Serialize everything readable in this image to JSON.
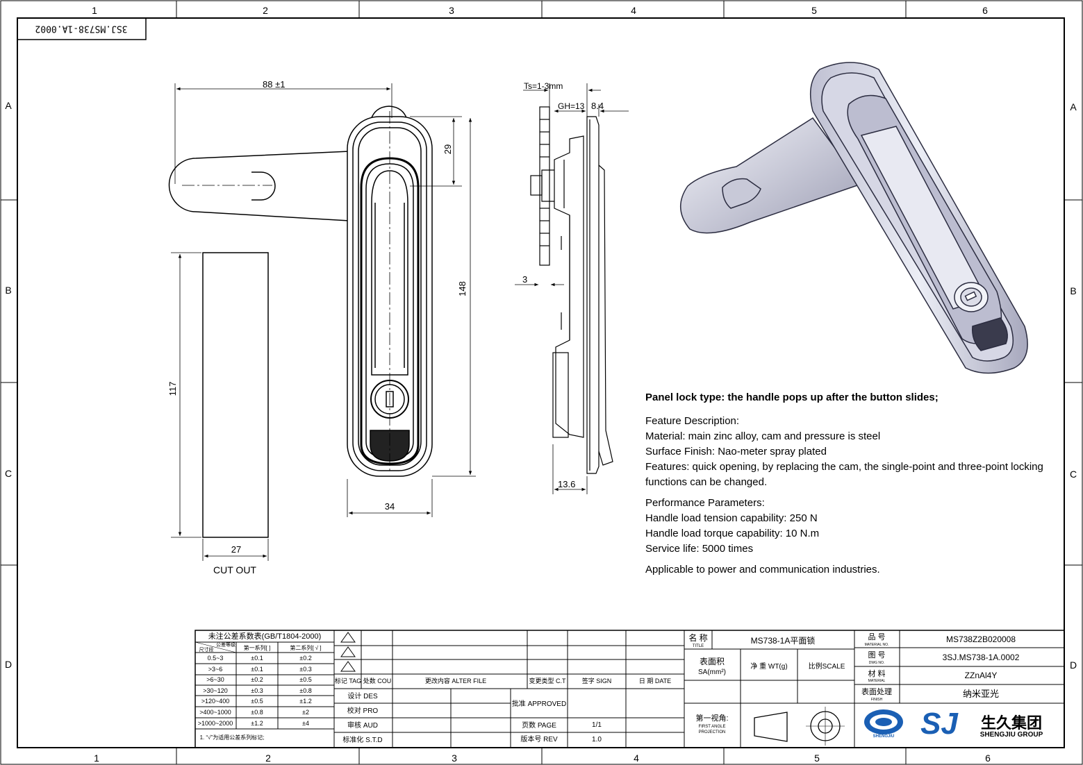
{
  "frame": {
    "col_labels": [
      "1",
      "2",
      "3",
      "4",
      "5",
      "6"
    ],
    "row_labels": [
      "A",
      "B",
      "C",
      "D"
    ],
    "stamp": "3SJ.MS738-1A.0002"
  },
  "dims": {
    "width_88": "88 ±1",
    "d29": "29",
    "d148": "148",
    "d34": "34",
    "d117": "117",
    "d27": "27",
    "cutout": "CUT OUT",
    "ts": "Ts=1-3mm",
    "gh": "GH=13",
    "d84": "8.4",
    "d3": "3",
    "d136": "13.6"
  },
  "notes": {
    "heading": "Panel lock type: the handle pops up after the button slides;",
    "lines1": [
      "Feature Description:",
      "Material: main zinc alloy, cam and pressure is steel",
      "Surface Finish: Nao-meter spray plated",
      "Features: quick opening, by replacing the cam, the single-point and three-point locking functions can be changed."
    ],
    "lines2": [
      "Performance Parameters:",
      "Handle load tension capability:  250 N",
      "Handle load torque capability:  10 N.m",
      "Service life: 5000 times"
    ],
    "applicable": "Applicable to power and communication industries."
  },
  "tolerance": {
    "title": "未注公差系数表(GB/T1804-2000)",
    "corner_top": "公差等级",
    "corner_bottom": "尺寸段",
    "col1": "第一系列[  ]",
    "col2": "第二系列[ √ ]",
    "rows": [
      [
        "0.5~3",
        "±0.1",
        "±0.2"
      ],
      [
        ">3~6",
        "±0.1",
        "±0.3"
      ],
      [
        ">6~30",
        "±0.2",
        "±0.5"
      ],
      [
        ">30~120",
        "±0.3",
        "±0.8"
      ],
      [
        ">120~400",
        "±0.5",
        "±1.2"
      ],
      [
        ">400~1000",
        "±0.8",
        "±2"
      ],
      [
        ">1000~2000",
        "±1.2",
        "±4"
      ]
    ],
    "note": "1. “√”为适用公差系列标记;"
  },
  "revision": {
    "headers": [
      "标记 TAG",
      "处数 COU",
      "更改内容 ALTER FILE",
      "变更类型 C.T",
      "签字 SIGN",
      "日 期 DATE"
    ],
    "design": "设计 DES",
    "proof": "校对 PRO",
    "audit": "审核 AUD",
    "std": "标准化 S.T.D",
    "approved": "批准 APPROVED",
    "page_label": "页数 PAGE",
    "page_value": "1/1",
    "rev_label": "版本号 REV",
    "rev_value": "1.0"
  },
  "titleblock": {
    "title_label": "名 称",
    "title_label_en": "TITLE",
    "title_value": "MS738-1A平面锁",
    "area_label": "表面积",
    "area_unit": "SA(mm²)",
    "weight_label": "净 重 WT(g)",
    "scale_label": "比例SCALE",
    "projection_label": "第一视角:",
    "projection_en1": "FIRST ANGLE",
    "projection_en2": "PROJECTION",
    "material_no_label": "品 号",
    "material_no_en": "MATERIAL NO.",
    "material_no": "MS738Z2B020008",
    "dwg_label": "图 号",
    "dwg_en": "DWG NO.",
    "dwg_no": "3SJ.MS738-1A.0002",
    "material_label": "材 料",
    "material_en": "MATERIAL",
    "material": "ZZnAl4Y",
    "finish_label": "表面处理",
    "finish_en": "FINISH",
    "finish": "纳米亚光",
    "logo_sj": "SJ",
    "logo_cn": "生久集团",
    "logo_en": "SHENGJIU GROUP",
    "logo_small": "SHENGJIU"
  },
  "colors": {
    "accent": "#1a5fb4",
    "line": "#000000"
  }
}
